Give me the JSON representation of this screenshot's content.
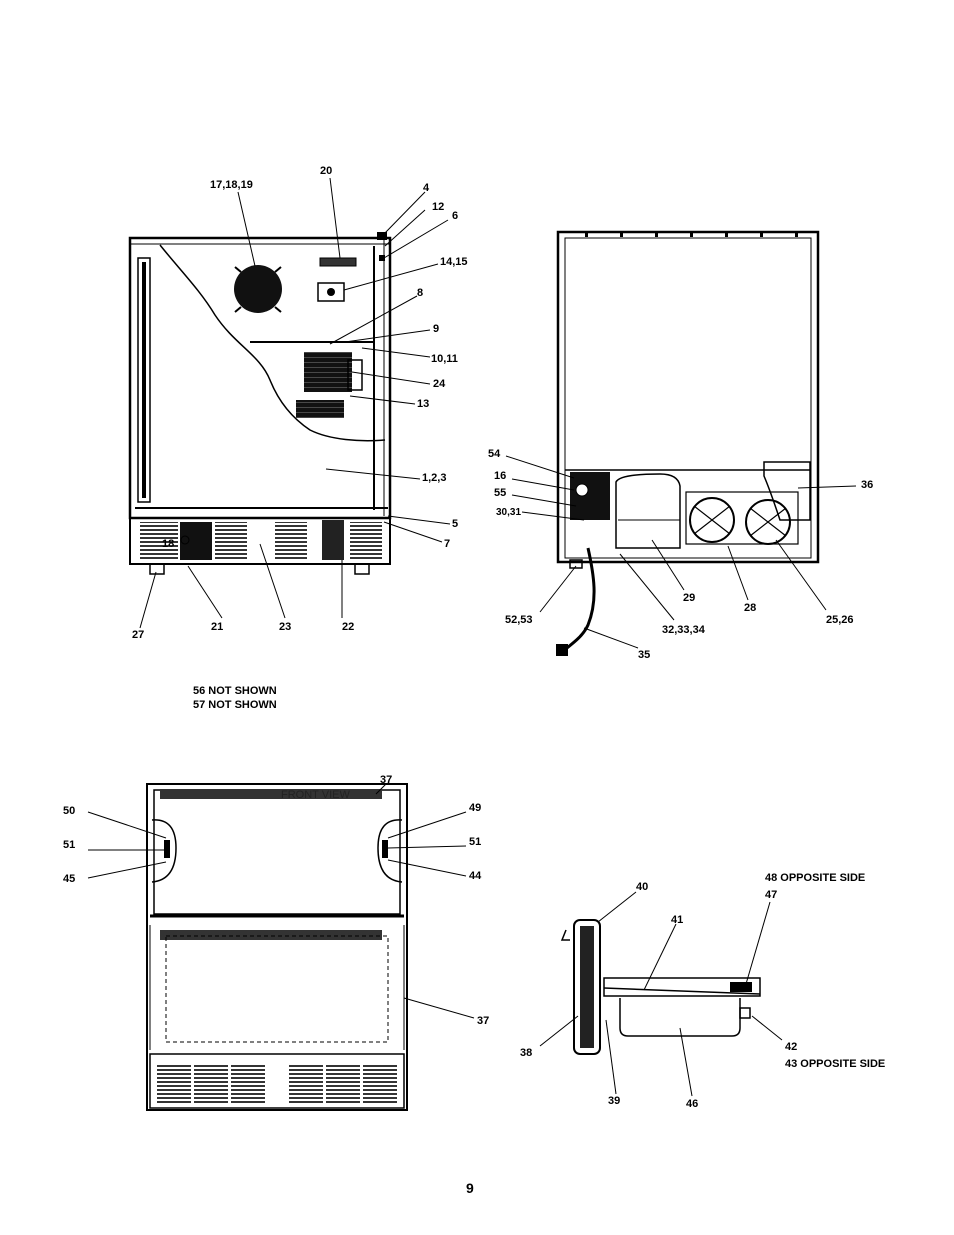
{
  "page_number": "9",
  "notes": [
    "56 NOT SHOWN",
    "57 NOT SHOWN"
  ],
  "caption_front_view": "FRONT VIEW",
  "callouts": {
    "c_17_18_19": "17,18,19",
    "c_20": "20",
    "c_4": "4",
    "c_12": "12",
    "c_6": "6",
    "c_14_15": "14,15",
    "c_8": "8",
    "c_9": "9",
    "c_10_11": "10,11",
    "c_24": "24",
    "c_13": "13",
    "c_1_2_3": "1,2,3",
    "c_5": "5",
    "c_7": "7",
    "c_18": "18",
    "c_27": "27",
    "c_21": "21",
    "c_23": "23",
    "c_22": "22",
    "c_54": "54",
    "c_16": "16",
    "c_55": "55",
    "c_30_31": "30,31",
    "c_36": "36",
    "c_29": "29",
    "c_28": "28",
    "c_25_26": "25,26",
    "c_52_53": "52,53",
    "c_32_33_34": "32,33,34",
    "c_35": "35",
    "c_37_top": "37",
    "c_50": "50",
    "c_49": "49",
    "c_51_left": "51",
    "c_51_right": "51",
    "c_45": "45",
    "c_44": "44",
    "c_37_side": "37",
    "c_40": "40",
    "c_48": "48  OPPOSITE SIDE",
    "c_47": "47",
    "c_41": "41",
    "c_42": "42",
    "c_43": "43  OPPOSITE SIDE",
    "c_38": "38",
    "c_39": "39",
    "c_46": "46"
  }
}
